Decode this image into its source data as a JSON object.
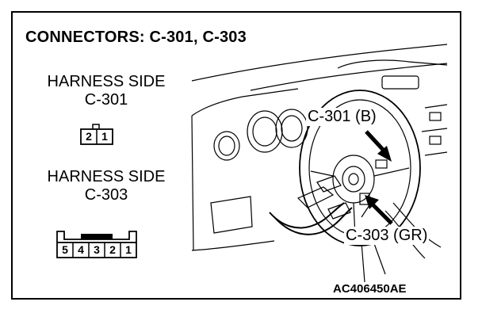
{
  "title": "CONNECTORS: C-301, C-303",
  "connectors": [
    {
      "side_label": "HARNESS SIDE",
      "code": "C-301",
      "pins": [
        "2",
        "1"
      ]
    },
    {
      "side_label": "HARNESS SIDE",
      "code": "C-303",
      "pins": [
        "5",
        "4",
        "3",
        "2",
        "1"
      ]
    }
  ],
  "callouts": [
    {
      "text": "C-301 (B)"
    },
    {
      "text": "C-303 (GR)"
    }
  ],
  "reference_code": "AC406450AE"
}
